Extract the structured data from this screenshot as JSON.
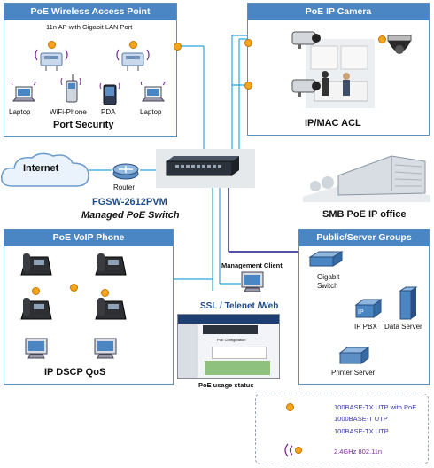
{
  "panels": {
    "wireless": {
      "title": "PoE Wireless Access Point",
      "subtitle": "11n AP with Gigabit LAN Port",
      "caption": "Port Security",
      "devices": [
        "Laptop",
        "WiFi-Phone",
        "PDA",
        "Laptop"
      ]
    },
    "camera": {
      "title": "PoE IP Camera",
      "caption": "IP/MAC ACL"
    },
    "voip": {
      "title": "PoE VoIP Phone",
      "caption": "IP DSCP QoS"
    },
    "server": {
      "title": "Public/Server Groups",
      "devices": [
        "Gigabit Switch",
        "IP PBX",
        "Data Server",
        "Printer Server"
      ]
    }
  },
  "center": {
    "internet": "Internet",
    "router": "Router",
    "model": "FGSW-2612PVM",
    "product": "Managed PoE Switch",
    "office": "SMB PoE IP office",
    "mgmt_client": "Management Client",
    "ssl": "SSL / Telenet /Web",
    "poe_status": "PoE usage status",
    "screenshot_title": "PoE Configuration"
  },
  "legend": [
    {
      "text": "100BASE-TX UTP with PoE",
      "color": "#2aa7d9"
    },
    {
      "text": "1000BASE-T UTP",
      "color": "#1a1a8c"
    },
    {
      "text": "100BASE-TX UTP",
      "color": "#2aa7d9"
    },
    {
      "text": "2.4GHz 802.11n",
      "color": "#7a2a9a"
    }
  ],
  "colors": {
    "panel_header": "#4a86c4",
    "poe_line": "#2aa7d9",
    "gigabit_line": "#1a1a8c",
    "poe_dot": "#f4a51c",
    "wireless": "#7a2a9a"
  },
  "icons": [
    "router-icon",
    "switch-icon",
    "laptop-icon",
    "phone-icon",
    "camera-icon",
    "server-icon",
    "printer-icon",
    "building-icon",
    "cloud-icon",
    "wifi-icon"
  ]
}
